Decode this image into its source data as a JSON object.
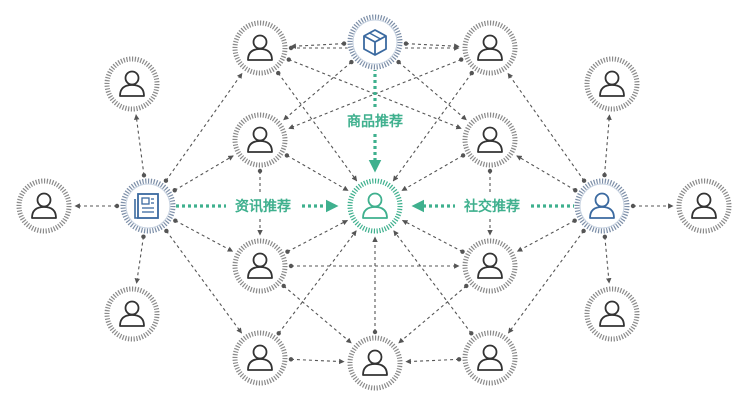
{
  "labels": {
    "product": "商品推荐",
    "news": "资讯推荐",
    "social": "社交推荐"
  },
  "colors": {
    "accent": "#3fb08e",
    "hub_blue": "#3b6aa0",
    "ring_gray": "#8a8a8a",
    "line_gray": "#555555"
  },
  "nodes": [
    {
      "id": "product-hub",
      "type": "product-hub",
      "icon": "box-icon"
    },
    {
      "id": "news-hub",
      "type": "news-hub",
      "icon": "newspaper-icon"
    },
    {
      "id": "social-hub",
      "type": "social-hub",
      "icon": "user-icon"
    },
    {
      "id": "center-user",
      "type": "center",
      "icon": "user-icon"
    },
    {
      "id": "user-top-left",
      "type": "user",
      "icon": "user-icon"
    },
    {
      "id": "user-top-right",
      "type": "user",
      "icon": "user-icon"
    },
    {
      "id": "user-far-left-top",
      "type": "user",
      "icon": "user-icon"
    },
    {
      "id": "user-far-left-mid",
      "type": "user",
      "icon": "user-icon"
    },
    {
      "id": "user-far-left-bottom",
      "type": "user",
      "icon": "user-icon"
    },
    {
      "id": "user-inner-left-top",
      "type": "user",
      "icon": "user-icon"
    },
    {
      "id": "user-inner-right-top",
      "type": "user",
      "icon": "user-icon"
    },
    {
      "id": "user-inner-left-bottom",
      "type": "user",
      "icon": "user-icon"
    },
    {
      "id": "user-inner-right-bottom",
      "type": "user",
      "icon": "user-icon"
    },
    {
      "id": "user-bottom-left",
      "type": "user",
      "icon": "user-icon"
    },
    {
      "id": "user-bottom-center",
      "type": "user",
      "icon": "user-icon"
    },
    {
      "id": "user-bottom-right",
      "type": "user",
      "icon": "user-icon"
    },
    {
      "id": "user-far-right-top",
      "type": "user",
      "icon": "user-icon"
    },
    {
      "id": "user-far-right-mid",
      "type": "user",
      "icon": "user-icon"
    },
    {
      "id": "user-far-right-bottom",
      "type": "user",
      "icon": "user-icon"
    }
  ],
  "edges": [
    [
      "product-hub",
      "user-top-left"
    ],
    [
      "product-hub",
      "user-top-right"
    ],
    [
      "product-hub",
      "user-inner-left-top"
    ],
    [
      "product-hub",
      "user-inner-right-top"
    ],
    [
      "news-hub",
      "user-far-left-top"
    ],
    [
      "news-hub",
      "user-far-left-mid"
    ],
    [
      "news-hub",
      "user-far-left-bottom"
    ],
    [
      "news-hub",
      "user-top-left"
    ],
    [
      "news-hub",
      "user-inner-left-top"
    ],
    [
      "news-hub",
      "user-inner-left-bottom"
    ],
    [
      "news-hub",
      "user-bottom-left"
    ],
    [
      "social-hub",
      "user-far-right-top"
    ],
    [
      "social-hub",
      "user-far-right-mid"
    ],
    [
      "social-hub",
      "user-far-right-bottom"
    ],
    [
      "social-hub",
      "user-top-right"
    ],
    [
      "social-hub",
      "user-inner-right-top"
    ],
    [
      "social-hub",
      "user-inner-right-bottom"
    ],
    [
      "social-hub",
      "user-bottom-right"
    ],
    [
      "user-top-left",
      "center-user"
    ],
    [
      "user-top-right",
      "center-user"
    ],
    [
      "user-inner-left-top",
      "center-user"
    ],
    [
      "user-inner-right-top",
      "center-user"
    ],
    [
      "user-inner-left-bottom",
      "center-user"
    ],
    [
      "user-inner-right-bottom",
      "center-user"
    ],
    [
      "user-bottom-left",
      "center-user"
    ],
    [
      "user-bottom-center",
      "center-user"
    ],
    [
      "user-bottom-right",
      "center-user"
    ],
    [
      "user-top-left",
      "user-top-right"
    ],
    [
      "user-top-left",
      "user-inner-right-top"
    ],
    [
      "user-top-right",
      "user-inner-left-top"
    ],
    [
      "user-inner-left-bottom",
      "user-bottom-center"
    ],
    [
      "user-inner-right-bottom",
      "user-bottom-center"
    ],
    [
      "user-bottom-left",
      "user-bottom-center"
    ],
    [
      "user-bottom-right",
      "user-bottom-center"
    ],
    [
      "user-inner-left-bottom",
      "user-inner-right-bottom"
    ],
    [
      "user-inner-left-top",
      "user-inner-left-bottom"
    ],
    [
      "user-inner-right-top",
      "user-inner-right-bottom"
    ]
  ]
}
